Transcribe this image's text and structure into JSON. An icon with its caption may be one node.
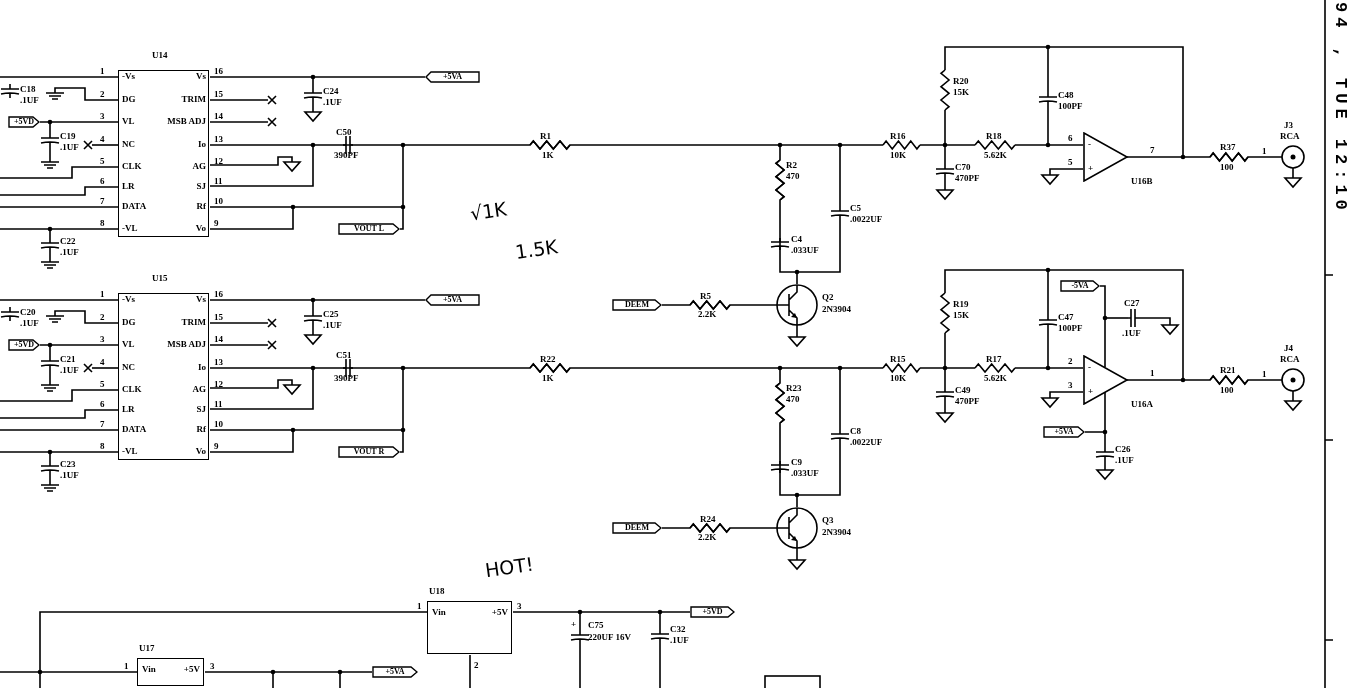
{
  "diagram": {
    "nodes": [
      {
        "text": [
          "U14",
          "-Vs",
          "DG",
          "VL",
          "NC",
          "CLK",
          "LR",
          "DATA",
          "-VL",
          "Vs",
          "TRIM",
          "MSB ADJ",
          "Io",
          "AG",
          "SJ",
          "Rf",
          "Vo"
        ]
      },
      {
        "text": [
          "U15",
          "-Vs",
          "DG",
          "VL",
          "NC",
          "CLK",
          "LR",
          "DATA",
          "-VL",
          "Vs",
          "TRIM",
          "MSB ADJ",
          "Io",
          "AG",
          "SJ",
          "Rf",
          "Vo"
        ]
      },
      {
        "text": [
          "U16B",
          "-",
          "+"
        ]
      },
      {
        "text": [
          "U16A",
          "-",
          "+"
        ]
      },
      {
        "text": [
          "U18",
          "Vin",
          "+5V"
        ]
      },
      {
        "text": [
          "U17",
          "Vin",
          "+5V"
        ]
      },
      {
        "text": [
          "J3",
          "RCA"
        ]
      },
      {
        "text": [
          "J4",
          "RCA"
        ]
      },
      {
        "text": [
          "+5VA"
        ]
      },
      {
        "text": [
          "+5VD"
        ]
      },
      {
        "text": [
          "VOUT L"
        ]
      },
      {
        "text": [
          "+5VA"
        ]
      },
      {
        "text": [
          "+5VD"
        ]
      },
      {
        "text": [
          "VOUT R"
        ]
      },
      {
        "text": [
          "DEEM"
        ]
      },
      {
        "text": [
          "DEEM"
        ]
      },
      {
        "text": [
          "-5VA"
        ]
      },
      {
        "text": [
          "+5VA"
        ]
      },
      {
        "text": [
          "+5VD"
        ]
      },
      {
        "text": [
          "+5VA"
        ]
      },
      {
        "text": [
          "Q2",
          "2N3904"
        ]
      },
      {
        "text": [
          "Q3",
          "2N3904"
        ]
      }
    ],
    "edges": [
      {
        "from": 0,
        "to": 8,
        "arrow": "none"
      },
      {
        "from": 9,
        "to": 0,
        "arrow": "none"
      },
      {
        "from": 0,
        "to": 10,
        "arrow": "none"
      },
      {
        "from": 1,
        "to": 11,
        "arrow": "none"
      },
      {
        "from": 12,
        "to": 1,
        "arrow": "none"
      },
      {
        "from": 1,
        "to": 13,
        "arrow": "none"
      },
      {
        "from": 16,
        "to": 3,
        "arrow": "none"
      },
      {
        "from": 17,
        "to": 3,
        "arrow": "none"
      },
      {
        "from": 4,
        "to": 18,
        "arrow": "none"
      },
      {
        "from": 5,
        "to": 19,
        "arrow": "none"
      },
      {
        "from": 0,
        "to": 20,
        "arrow": "none"
      },
      {
        "from": 1,
        "to": 21,
        "arrow": "none"
      },
      {
        "from": 14,
        "to": 20,
        "arrow": "none"
      },
      {
        "from": 15,
        "to": 21,
        "arrow": "none"
      },
      {
        "from": 2,
        "to": 6,
        "arrow": "none"
      },
      {
        "from": 3,
        "to": 7,
        "arrow": "none"
      }
    ],
    "labels": [
      "1",
      "2",
      "3",
      "4",
      "5",
      "6",
      "7",
      "8",
      "16",
      "15",
      "14",
      "13",
      "12",
      "11",
      "10",
      "9",
      "C18",
      ".1UF",
      "C19",
      ".1UF",
      "C22",
      ".1UF",
      "C24",
      ".1UF",
      "C50",
      "390PF",
      "1",
      "2",
      "3",
      "4",
      "5",
      "6",
      "7",
      "8",
      "16",
      "15",
      "14",
      "13",
      "12",
      "11",
      "10",
      "9",
      "C20",
      ".1UF",
      "C21",
      ".1UF",
      "C23",
      ".1UF",
      "C25",
      ".1UF",
      "C51",
      "390PF",
      "R1",
      "1K",
      "√1K",
      "1.5K",
      "R2",
      "470",
      "C4",
      ".033UF",
      "C5",
      ".0022UF",
      "R5",
      "2.2K",
      "R22",
      "1K",
      "R23",
      "470",
      "C9",
      ".033UF",
      "C8",
      ".0022UF",
      "R24",
      "2.2K",
      "R16",
      "10K",
      "R20",
      "15K",
      "C48",
      "100PF",
      "R18",
      "5.62K",
      "C70",
      "470PF",
      "6",
      "5",
      "7",
      "R37",
      "100",
      "1",
      "R15",
      "10K",
      "R19",
      "15K",
      "C47",
      "100PF",
      "R17",
      "5.62K",
      "C49",
      "470PF",
      "2",
      "3",
      "1",
      "C27",
      ".1UF",
      "C26",
      ".1UF",
      "R21",
      "100",
      "1",
      "1",
      "3",
      "2",
      "+",
      "C75",
      "220UF 16V",
      "C32",
      ".1UF",
      "HOT!",
      "1",
      "3",
      "94 , TUE 12:10"
    ]
  }
}
